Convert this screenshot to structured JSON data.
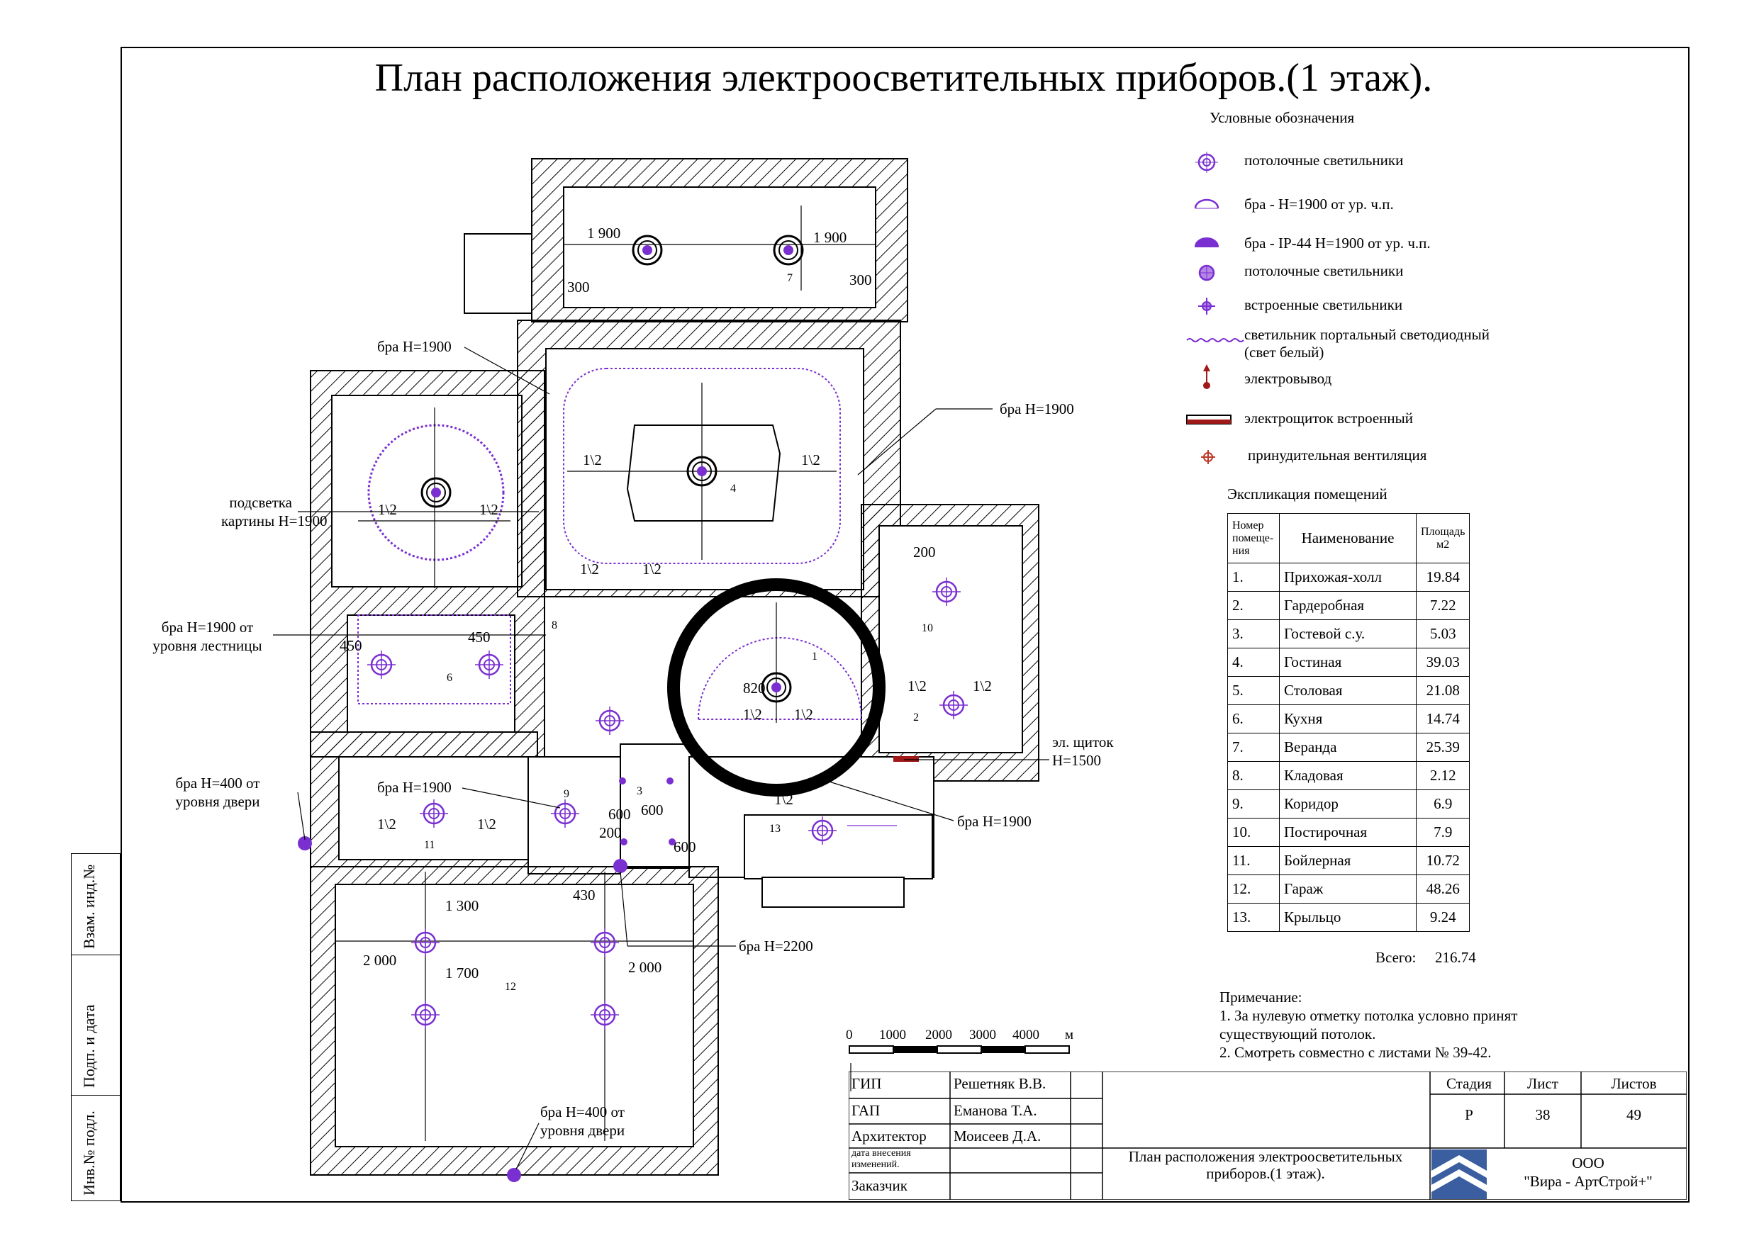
{
  "title": "План расположения электроосветительных приборов.(1 этаж).",
  "legend": {
    "title": "Условные обозначения",
    "items": [
      {
        "icon": "ceiling-light-icon",
        "label": "потолочные светильники"
      },
      {
        "icon": "wall-sconce-icon",
        "label": "бра - Н=1900 от ур. ч.п."
      },
      {
        "icon": "wall-sconce-ip44-icon",
        "label": "бра -  IP-44 Н=1900 от ур. ч.п."
      },
      {
        "icon": "ceiling-light-filled-icon",
        "label": "потолочные светильники"
      },
      {
        "icon": "recessed-light-icon",
        "label": "встроенные светильники"
      },
      {
        "icon": "led-portal-light-icon",
        "label": "светильник портальный светодиодный",
        "label2": "(свет белый)"
      },
      {
        "icon": "electrical-outlet-icon",
        "label": "электровывод"
      },
      {
        "icon": "electrical-panel-icon",
        "label": "электрощиток встроенный"
      },
      {
        "icon": "ventilation-icon",
        "label": "принудительная вентиляция"
      }
    ]
  },
  "explication": {
    "title": "Экспликация  помещений",
    "headers": [
      "Номер помеще- ния",
      "Наименование",
      "Площадь м2"
    ],
    "rows": [
      [
        "1.",
        "Прихожая-холл",
        "19.84"
      ],
      [
        "2.",
        "Гардеробная",
        "7.22"
      ],
      [
        "3.",
        "Гостевой с.у.",
        "5.03"
      ],
      [
        "4.",
        "Гостиная",
        "39.03"
      ],
      [
        "5.",
        "Столовая",
        "21.08"
      ],
      [
        "6.",
        "Кухня",
        "14.74"
      ],
      [
        "7.",
        "Веранда",
        "25.39"
      ],
      [
        "8.",
        "Кладовая",
        "2.12"
      ],
      [
        "9.",
        "Коридор",
        "6.9"
      ],
      [
        "10.",
        "Постирочная",
        "7.9"
      ],
      [
        "11.",
        "Бойлерная",
        "10.72"
      ],
      [
        "12.",
        "Гараж",
        "48.26"
      ],
      [
        "13.",
        "Крыльцо",
        "9.24"
      ]
    ],
    "total_label": "Всего:",
    "total_value": "216.74"
  },
  "notes": {
    "title": "Примечание:",
    "lines": [
      "1. За нулевую отметку потолка условно принят",
      "существующий потолок.",
      "2. Смотреть совместно с листами № 39-42."
    ]
  },
  "scale": {
    "ticks": [
      "0",
      "1000",
      "2000",
      "3000",
      "4000"
    ],
    "unit": "м"
  },
  "stamp": {
    "roles": [
      {
        "role": "ГИП",
        "name": "Решетняк В.В."
      },
      {
        "role": "ГАП",
        "name": "Еманова Т.А."
      },
      {
        "role": "Архитектор",
        "name": "Моисеев Д.А."
      },
      {
        "role": "дата  внесения изменений.",
        "name": ""
      },
      {
        "role": "Заказчик",
        "name": ""
      }
    ],
    "stage_label": "Стадия",
    "sheet_label": "Лист",
    "sheets_label": "Листов",
    "stage": "Р",
    "sheet": "38",
    "sheets": "49",
    "sheet_title": "План расположения электроосветительных приборов.(1 этаж).",
    "company_line1": "ООО",
    "company_line2": "\"Вира - АртСтрой+\""
  },
  "side_stamp": [
    "Взам. инд.№",
    "Подп. и дата",
    "Инв.№ подл."
  ],
  "callouts": [
    {
      "id": "c1",
      "text": "бра Н=1900"
    },
    {
      "id": "c2",
      "text": "бра Н=1900"
    },
    {
      "id": "c3",
      "text": "подсветка",
      "text2": "картины Н=1900"
    },
    {
      "id": "c4",
      "text": "бра Н=1900 от",
      "text2": "уровня лестницы"
    },
    {
      "id": "c5",
      "text": "бра Н=400 от",
      "text2": "уровня двери"
    },
    {
      "id": "c6",
      "text": "бра Н=1900"
    },
    {
      "id": "c7",
      "text": "бра Н=1900"
    },
    {
      "id": "c8",
      "text": "эл. щиток",
      "text2": "Н=1500"
    },
    {
      "id": "c9",
      "text": "бра Н=2200"
    },
    {
      "id": "c10",
      "text": "бра Н=400 от",
      "text2": "уровня двери"
    }
  ],
  "room_numbers": [
    "1",
    "2",
    "3",
    "4",
    "6",
    "7",
    "8",
    "9",
    "10",
    "11",
    "12",
    "13"
  ],
  "dims": [
    "1 900",
    "1 900",
    "300",
    "300",
    "1\\2",
    "200",
    "450",
    "450",
    "820",
    "600",
    "600",
    "600",
    "200",
    "430",
    "1 300",
    "1 700",
    "2 000",
    "2 000"
  ],
  "colors": {
    "light": "#7a2fd0",
    "wall": "#000000",
    "panel": "#a01818"
  }
}
